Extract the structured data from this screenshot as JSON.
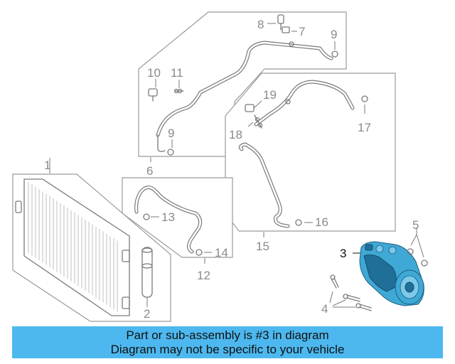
{
  "banner": {
    "line1": "Part or sub-assembly is #3 in diagram",
    "line2": "Diagram may not be specific to your vehicle"
  },
  "callouts": {
    "c1": "1",
    "c2": "2",
    "c3": "3",
    "c4": "4",
    "c5": "5",
    "c6": "6",
    "c7": "7",
    "c8": "8",
    "c9a": "9",
    "c9b": "9",
    "c10": "10",
    "c11": "11",
    "c12": "12",
    "c13": "13",
    "c14": "14",
    "c15": "15",
    "c16": "16",
    "c17": "17",
    "c18": "18",
    "c19": "19"
  },
  "colors": {
    "highlight_part": "#3fa9d6",
    "banner_bg": "#4db8ef"
  }
}
